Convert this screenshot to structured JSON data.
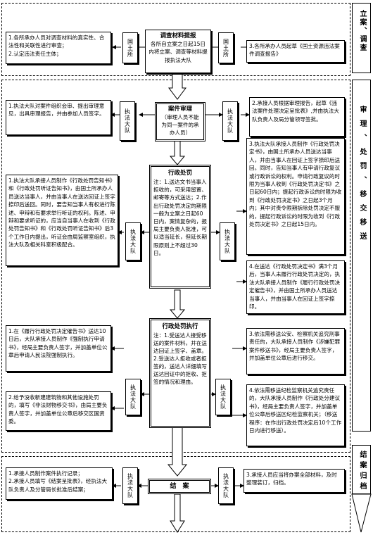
{
  "stages": {
    "investigation": "立案、调查",
    "review": "审理、处罚、移交移送",
    "closing": "结案归档"
  },
  "investigation": {
    "left": "1.各所承办人员对调查材料的真实性、合法性和关联性进行审查；\n2.认定违法责任主体；",
    "dept_left": "国土所",
    "center_title": "调查材料提报",
    "center_body": "各所自立案之日起15日内将立案、调查等材料提报执法大队",
    "dept_right": "国土所",
    "right": "3.各所承办人员起草《国土资源违法案件调查报告》"
  },
  "review": {
    "left": "1.执法大队对案件组织会审、提出审理意见，出具审理报告，并由参加人员签字。",
    "dept_left": "执法大队",
    "center_title": "案件审理",
    "center_body": "（审理人员不能为同一案件的承办人员）",
    "dept_right": "执法大队",
    "right": "2.承接人员根据审理报告，起草《违法案件处理决定呈批表》,并由执法大队负责人及局分管领导签批。"
  },
  "penalty": {
    "left": "1.执法大队承接人员制作《行政处罚告知书》和《行政处罚听证告知书》，由国土所承办人员送达当事人，并由当事人在送达回证上签字捺印后送回。同时，要告知当事人有权进行陈述、申辩和有要求举行听证的权利。陈述、申辩和要求听证的，应当自当事人在收到《行政处罚告知书》和《行政处罚听证告知书》后3个工作日内提出，听证会由局监察室组织，执法大队及相关科室积极配合。",
    "dept_left": "执法大队",
    "center_title": "行政处罚",
    "center_body": "注：1.送达文书当事人拒收的，可采用留置、邮寄等方式送达；2.作出行政处罚决定的期限一般为立案之日起60日内，案情复杂的，报局主要负责人批准，可以适当延长，但延长期限原则上不超过30日。",
    "dept_right": "执法大队",
    "right_top": "3.执法大队承接人员制作《行政处罚决定书》，由国土所承办人员送达当事人，并由当事人在回证上签字捺印后送回。同时，告知当事人有申请行政复议或行政诉讼的权利。申请行政复议的时限为当事人收到《行政处罚决定书》之日起60日内；提起行政诉讼的时限为收到《行政处罚决定书》之日起3个月内；其中对责令限期拆除处罚决定不服的，提起行政诉讼的时限为收到《行政处罚决定书》之日起15日内。",
    "right_bottom": "4.在送达《行政处罚决定书》满3个月后，当事人未履行行政处罚决定的，执法大队承接人员制作《履行行政处罚决定催告书》，并由国土所承办人员送达当事人，并由当事人在回证上签字捺印。"
  },
  "execution": {
    "left_top": "1.在《履行行政处罚决定催告书》送达10日后，大队承接人员制作《强制执行申请书》，经局主要负责人签字，并加盖单位公章后申请人民法院强制执行。",
    "left_bottom": "2.给予没收新建建筑物和其他设施处罚的，填写《非法财物移交书》，由局主要负责人签字，并加盖单位公章后移交区国资委。",
    "dept_left": "执法大队",
    "center_title": "行政处罚执行",
    "center_body": "注：1.受送达人接受移送的案件材料，并在送达回证上签字、盖章。\n2.受送达人拒收或者拒签的，送达人详细填写送达回证中的拒收、拒签的情况和理由。",
    "dept_right": "执法大队",
    "right_top": "3.依法需移送公安、检察机关追究刑事责任的，大队承接人员制作《涉嫌犯罪案件移送书》，经局主要负责人签字，并加盖单位公章后进行移交。",
    "right_bottom": "4.依法需移送纪检监察机关追究责任的，大队承接人员制作《行政处分建议书》，经局主要负责人签字，并加盖单位公章后移送区纪检监察机关；（移送程序：在作出行政处罚决定后10个工作日内进行移送）。"
  },
  "closing": {
    "left": "1.承接人员制作案件执行记录；\n2.承接人员填写《结案呈批表》，经执法大队负责人及分管局长批准后结案；",
    "dept_left": "执法大队",
    "center_title": "结　案",
    "dept_right": "执法大队",
    "right": "3.承接人员应当将办案全部材料，及时整理装订，归档。"
  }
}
